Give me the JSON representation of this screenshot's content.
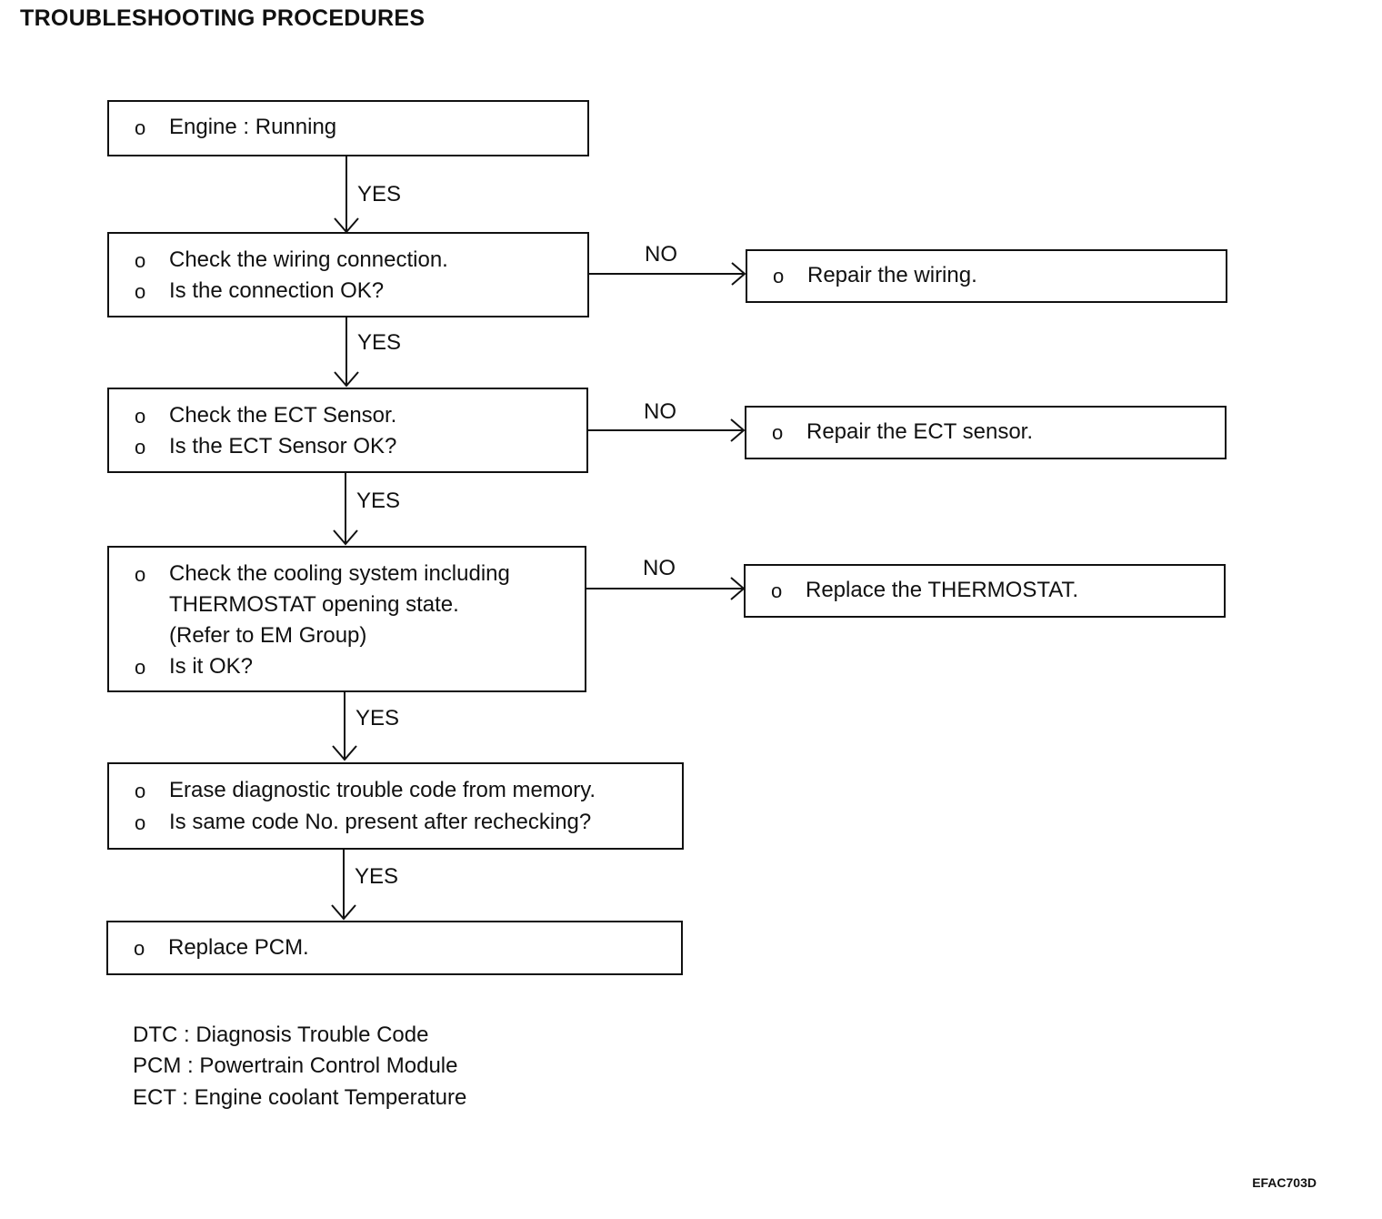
{
  "page_title": "TROUBLESHOOTING PROCEDURES",
  "bullet": "o",
  "steps": [
    {
      "lines": [
        {
          "bullet": true,
          "text": "Engine : Running"
        }
      ]
    },
    {
      "lines": [
        {
          "bullet": true,
          "text": "Check the wiring connection."
        },
        {
          "bullet": true,
          "text": "Is the connection OK?"
        }
      ]
    },
    {
      "lines": [
        {
          "bullet": true,
          "text": "Check the ECT Sensor."
        },
        {
          "bullet": true,
          "text": "Is the ECT Sensor OK?"
        }
      ]
    },
    {
      "lines": [
        {
          "bullet": true,
          "text": "Check the cooling system including"
        },
        {
          "bullet": false,
          "text": "THERMOSTAT opening state."
        },
        {
          "bullet": false,
          "text": "(Refer to EM Group)"
        },
        {
          "bullet": true,
          "text": "Is it OK?"
        }
      ]
    },
    {
      "lines": [
        {
          "bullet": true,
          "text": "Erase diagnostic trouble code from memory."
        },
        {
          "bullet": true,
          "text": "Is same code No. present after rechecking?"
        }
      ]
    },
    {
      "lines": [
        {
          "bullet": true,
          "text": "Replace PCM."
        }
      ]
    }
  ],
  "actions": [
    {
      "text": "Repair the wiring."
    },
    {
      "text": "Repair the ECT sensor."
    },
    {
      "text": "Replace the THERMOSTAT."
    }
  ],
  "edge_labels": {
    "yes": "YES",
    "no": "NO"
  },
  "legend": [
    "DTC : Diagnosis Trouble Code",
    "PCM : Powertrain Control Module",
    "ECT : Engine coolant Temperature"
  ],
  "figure_code": "EFAC703D"
}
